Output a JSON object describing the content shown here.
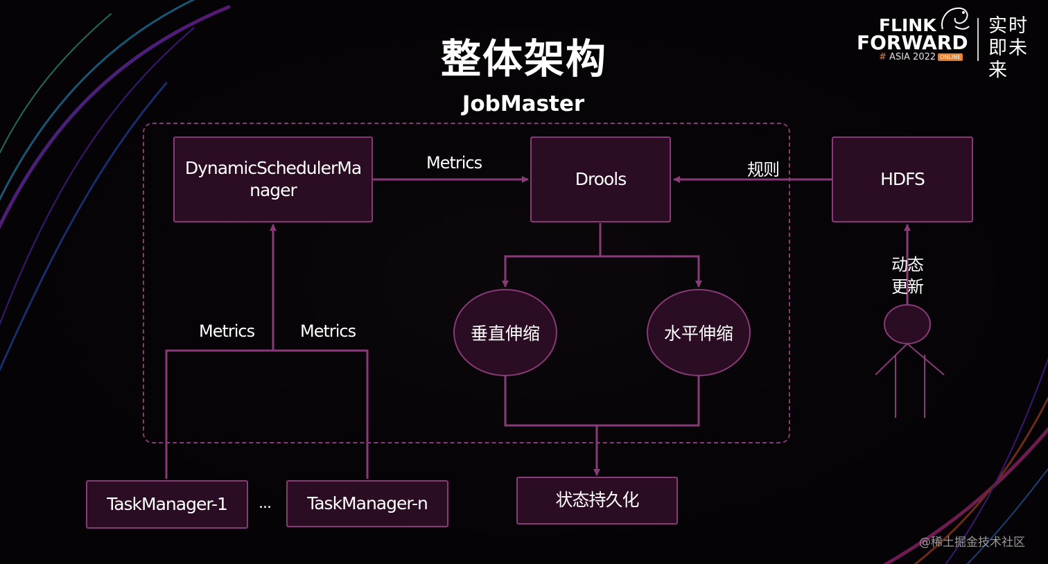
{
  "slide": {
    "title": "整体架构",
    "group_label": "JobMaster"
  },
  "logo": {
    "line1": "FLINK",
    "line2": "FORWARD",
    "hash": "#",
    "event": "ASIA 2022",
    "badge": "ONLINE",
    "tagline": "实时即未来"
  },
  "nodes": {
    "scheduler": "DynamicSchedulerManager",
    "drools": "Drools",
    "hdfs": "HDFS",
    "vertical": "垂直伸缩",
    "horizontal": "水平伸缩",
    "task1": "TaskManager-1",
    "ellipsis": "...",
    "taskn": "TaskManager-n",
    "persist": "状态持久化"
  },
  "edge_labels": {
    "metrics_top": "Metrics",
    "rules": "规则",
    "metrics_left": "Metrics",
    "metrics_right": "Metrics",
    "dynamic_update": "动态更新"
  },
  "watermark": "@稀土掘金技术社区",
  "colors": {
    "accent": "#8a3a78",
    "node_fill": "#2a0d22",
    "background": "#050305",
    "logo_orange": "#e87d2b"
  }
}
